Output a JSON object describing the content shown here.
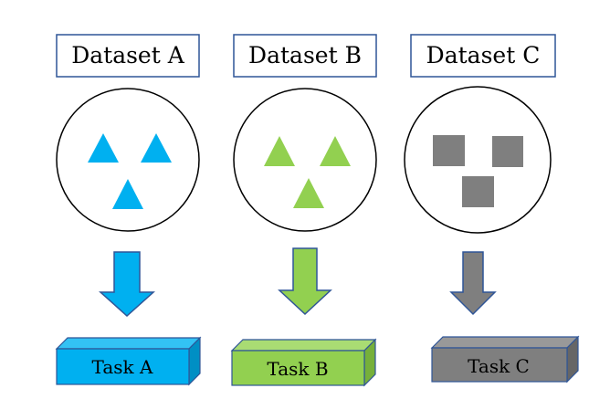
{
  "columns": [
    {
      "dataset_label": "Dataset A",
      "task_label": "Task A",
      "shape": "triangle",
      "shape_color": "#00B0F0",
      "arrow_color": "#00B0F0",
      "task_front_color": "#00B0F0",
      "task_top_color": "#33C2F4",
      "task_side_color": "#008FC4"
    },
    {
      "dataset_label": "Dataset B",
      "task_label": "Task B",
      "shape": "triangle",
      "shape_color": "#92D050",
      "arrow_color": "#92D050",
      "task_front_color": "#92D050",
      "task_top_color": "#A9DC73",
      "task_side_color": "#76B03A"
    },
    {
      "dataset_label": "Dataset C",
      "task_label": "Task C",
      "shape": "square",
      "shape_color": "#7F7F7F",
      "arrow_color": "#7F7F7F",
      "task_front_color": "#7F7F7F",
      "task_top_color": "#999999",
      "task_side_color": "#666666"
    }
  ],
  "colors": {
    "outline": "#2F5597",
    "circle_stroke": "#000000",
    "text": "#000000"
  }
}
